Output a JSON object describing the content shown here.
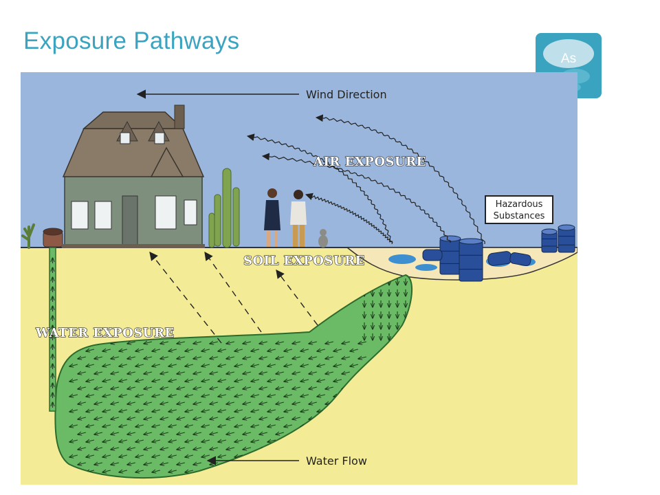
{
  "slide": {
    "title": "Exposure Pathways",
    "badge_symbol": "As"
  },
  "diagram": {
    "labels": {
      "wind_direction": "Wind Direction",
      "air_exposure": "AIR EXPOSURE",
      "soil_exposure": "SOIL EXPOSURE",
      "water_exposure": "WATER EXPOSURE",
      "water_flow": "Water Flow",
      "hazardous_line1": "Hazardous",
      "hazardous_line2": "Substances"
    },
    "colors": {
      "sky": "#9ab6dc",
      "ground": "#f3eb95",
      "plume": "#6bba65",
      "plume_outline": "#2d6b2d",
      "title": "#3aa3c0"
    }
  }
}
